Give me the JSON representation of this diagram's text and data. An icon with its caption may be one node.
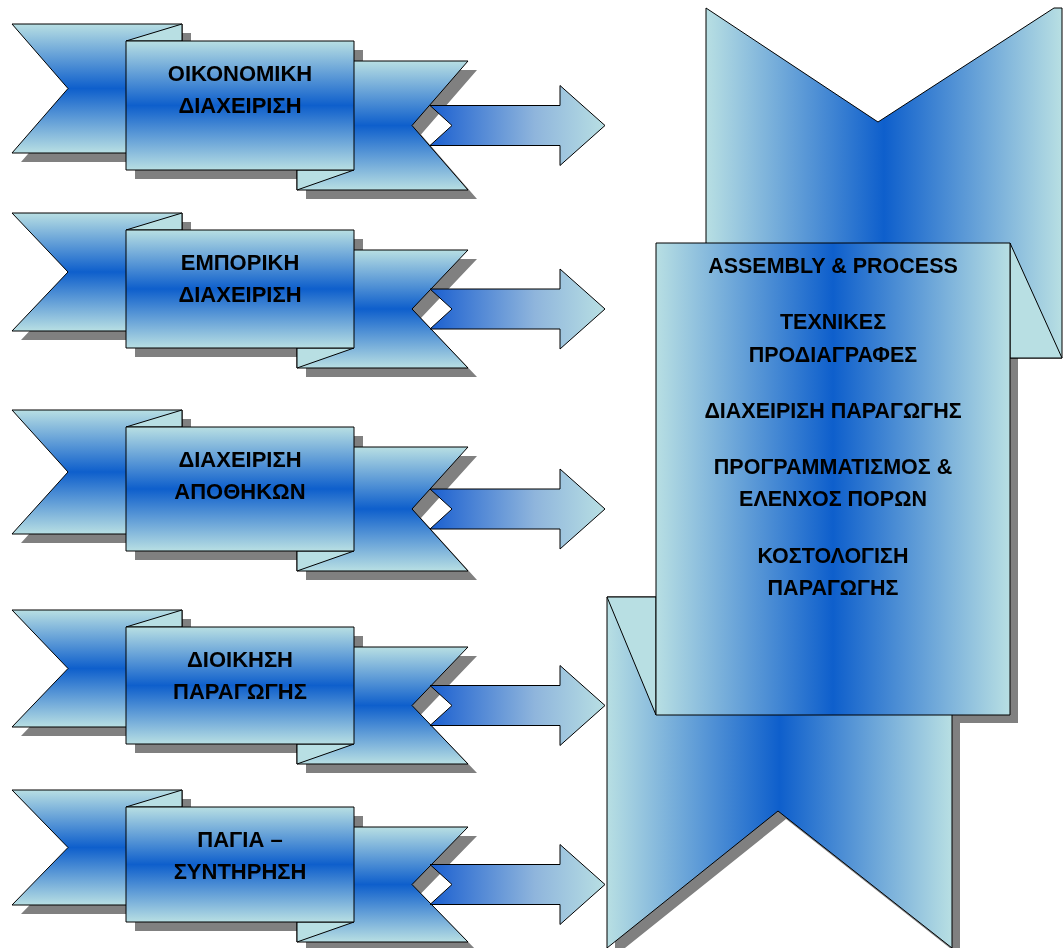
{
  "diagram": {
    "nodes": [
      {
        "text": [
          "ΟΙΚΟΝΟΜΙΚΗ ΔΙΑΧΕΙΡΙΣΗ"
        ]
      },
      {
        "text": [
          "ΕΜΠΟΡΙΚΗ ΔΙΑΧΕΙΡΙΣΗ"
        ]
      },
      {
        "text": [
          "ΔΙΑΧΕΙΡΙΣΗ ΑΠΟΘΗΚΩΝ"
        ]
      },
      {
        "text": [
          "ΔΙΟΙΚΗΣΗ ΠΑΡΑΓΩΓΗΣ"
        ]
      },
      {
        "text": [
          "ΠΑΓΙΑ – ΣΥΝΤΗΡΗΣΗ"
        ]
      },
      {
        "text": [
          "ASSEMBLY & PROCESS",
          "ΤΕΧΝΙΚΕΣ ΠΡΟΔΙΑΓΡΑΦΕΣ",
          "ΔΙΑΧΕΙΡΙΣΗ ΠΑΡΑΓΩΓΗΣ",
          "ΠΡΟΓΡΑΜΜΑΤΙΣΜΟΣ & ΕΛΕΝΧΟΣ ΠΟΡΩΝ",
          "ΚΟΣΤΟΛΟΓΙΣΗ ΠΑΡΑΓΩΓΗΣ"
        ]
      }
    ],
    "edges": [
      {
        "from": 0,
        "to": 5,
        "arrow": "to"
      },
      {
        "from": 1,
        "to": 5,
        "arrow": "to"
      },
      {
        "from": 2,
        "to": 5,
        "arrow": "to"
      },
      {
        "from": 3,
        "to": 5,
        "arrow": "to"
      },
      {
        "from": 4,
        "to": 5,
        "arrow": "to"
      }
    ]
  }
}
